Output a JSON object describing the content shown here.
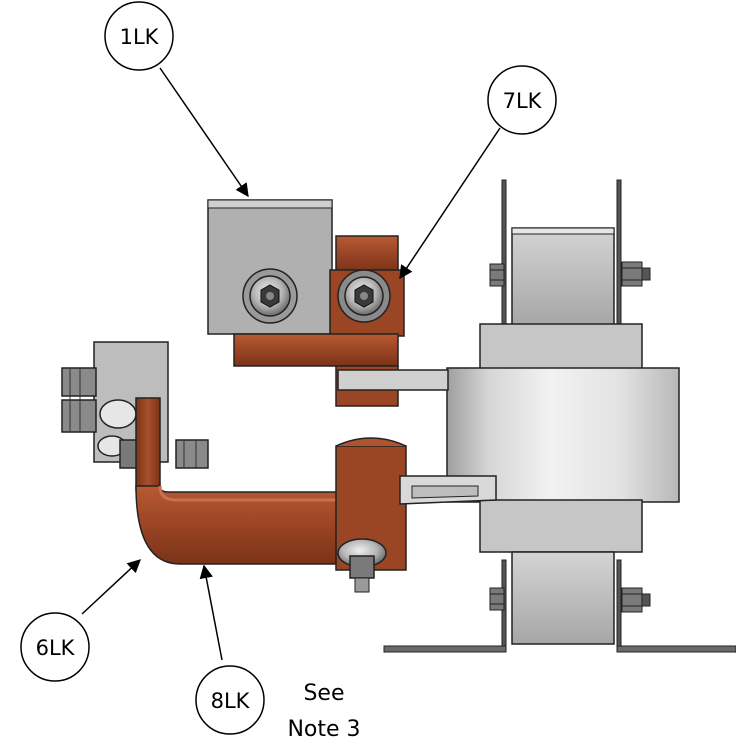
{
  "callouts": {
    "c1": "1LK",
    "c7": "7LK",
    "c6": "6LK",
    "c8": "8LK"
  },
  "note": {
    "line1": "See",
    "line2": "Note 3"
  },
  "colors": {
    "copper": "#9a4524",
    "copper_dark": "#6e2d14",
    "steel_light": "#c9c9c9",
    "steel_mid": "#a9a9a9",
    "steel_dark": "#6f6f6f",
    "outline": "#1a1a1a"
  }
}
